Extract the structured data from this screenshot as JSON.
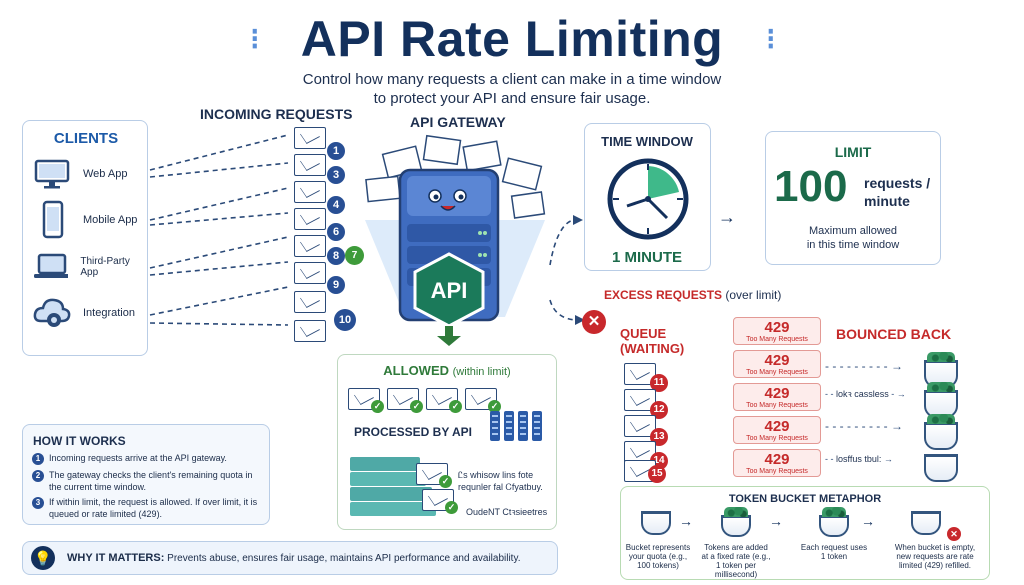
{
  "title": "API Rate Limiting",
  "subtitle_line1": "Control how many requests a client can make in a time window",
  "subtitle_line2": "to protect your API and ensure fair usage.",
  "clients": {
    "header": "CLIENTS",
    "items": [
      {
        "label": "Web App",
        "icon": "monitor-icon"
      },
      {
        "label": "Mobile App",
        "icon": "phone-icon"
      },
      {
        "label": "Third-Party App",
        "icon": "laptop-icon"
      },
      {
        "label": "Integration",
        "icon": "cloud-gear-icon"
      }
    ]
  },
  "incoming": {
    "label": "INCOMING REQUESTS",
    "numbers": [
      "1",
      "3",
      "4",
      "6",
      "8",
      "9",
      "10"
    ],
    "badge": "7"
  },
  "gateway": {
    "label": "API GATEWAY",
    "badge": "API"
  },
  "time_window": {
    "header": "TIME WINDOW",
    "label": "1 MINUTE"
  },
  "limit": {
    "header": "LIMIT",
    "value": "100",
    "unit_line1": "requests /",
    "unit_line2": "minute",
    "desc_line1": "Maximum allowed",
    "desc_line2": "in this time window"
  },
  "excess_label": "EXCESS REQUESTS",
  "excess_suffix": "(over limit)",
  "queue": {
    "label_line1": "QUEUE",
    "label_line2": "(WAITING)",
    "numbers": [
      "11",
      "12",
      "13",
      "14",
      "15"
    ]
  },
  "bounced": {
    "label": "BOUNCED BACK",
    "codes": [
      {
        "code": "429",
        "text": "Too Many Requests"
      },
      {
        "code": "429",
        "text": "Too Many Requests"
      },
      {
        "code": "429",
        "text": "Too Many Requests"
      },
      {
        "code": "429",
        "text": "Too Many Requests"
      },
      {
        "code": "429",
        "text": "Too Many Requests"
      }
    ],
    "arrow_label_1": "lokꝛ cassless",
    "arrow_label_2": "losffus tbul:"
  },
  "allowed": {
    "label": "ALLOWED",
    "suffix": "(within limit)",
    "processed": "PROCESSED BY API",
    "note_line1": "Ꮭs whisow lins fote",
    "note_line2": "requnler fal Ꮯfyatbuy.",
    "note_line3": "OudeNT Ctꝛsieetres"
  },
  "how": {
    "header": "HOW IT WORKS",
    "steps": [
      {
        "num": "1",
        "text": "Incoming requests arrive at the API gateway."
      },
      {
        "num": "2",
        "text": "The gateway checks the client's remaining quota in the current time window."
      },
      {
        "num": "3",
        "text": "If within limit, the request is allowed. If over limit, it is queued or rate limited (429)."
      }
    ]
  },
  "why": {
    "label": "WHY IT MATTERS:",
    "text": "Prevents abuse, ensures fair usage, maintains API performance and availability."
  },
  "token": {
    "header": "TOKEN BUCKET METAPHOR",
    "steps": [
      {
        "text": "Bucket represents your quota (e.g., 100 tokens)"
      },
      {
        "text": "Tokens are added at a fixed rate (e.g., 1 token per millisecond)"
      },
      {
        "text": "Each request uses 1 token"
      },
      {
        "text": "When bucket is empty, new requests are rate limited (429) refilled."
      }
    ]
  },
  "colors": {
    "navy": "#13305c",
    "blue": "#1c5aa8",
    "green": "#2f7a3a",
    "red": "#c52a2a",
    "teal": "#1b7a5a"
  }
}
